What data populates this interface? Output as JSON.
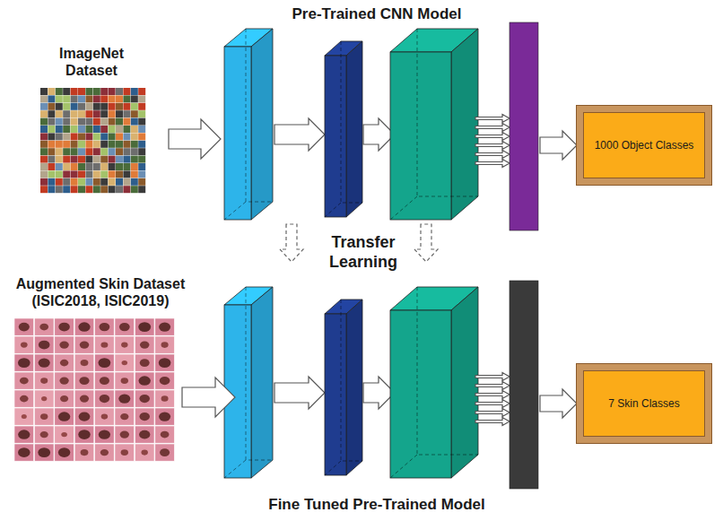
{
  "diagram": {
    "title": "Pre-Trained CNN Model",
    "caption": "Fine Tuned Pre-Trained Model",
    "nodes": [
      {
        "text": [
          "1000 Object Classes"
        ]
      },
      {
        "text": [
          "7 Skin Classes"
        ]
      }
    ],
    "labels": [
      "ImageNet Dataset",
      "Transfer Learning",
      "Augmented Skin Dataset (ISIC2018, ISIC2019)"
    ]
  }
}
